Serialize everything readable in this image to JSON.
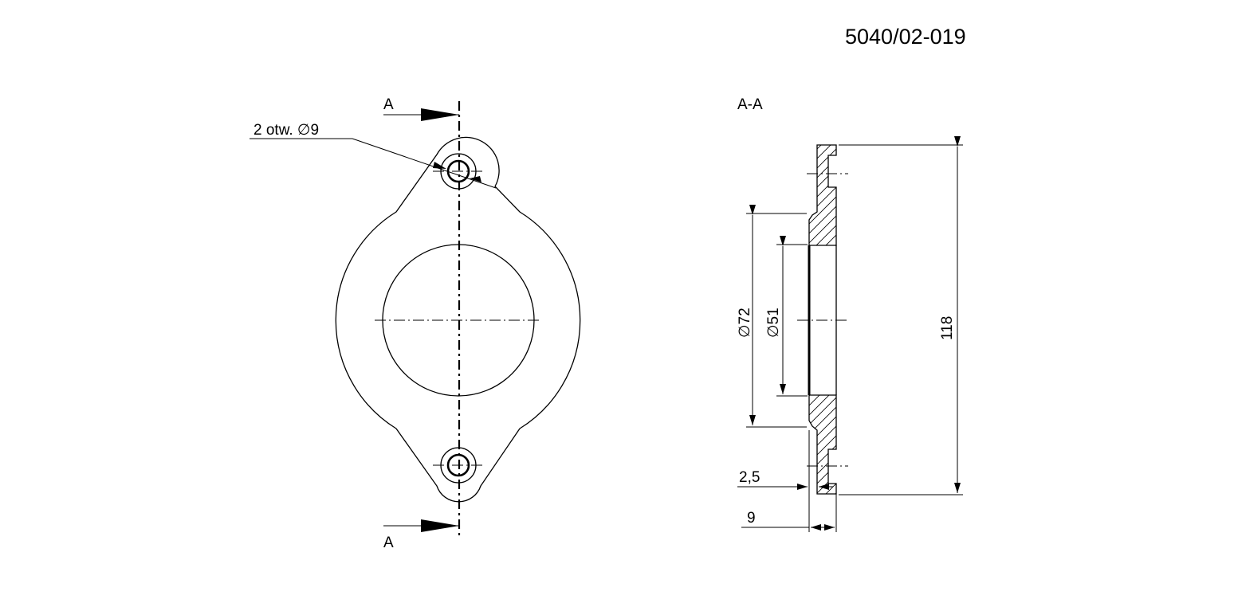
{
  "drawing_number": "5040/02-019",
  "front_view": {
    "section_label_top": "A",
    "section_label_bottom": "A",
    "hole_note": "2 otw. ∅9"
  },
  "section_view": {
    "title": "A-A",
    "dim_outer_diameter": "∅72",
    "dim_inner_diameter": "∅51",
    "dim_overall_height": "118",
    "dim_recess_depth": "2,5",
    "dim_thickness": "9"
  },
  "colors": {
    "line": "#000000",
    "background": "#ffffff"
  }
}
